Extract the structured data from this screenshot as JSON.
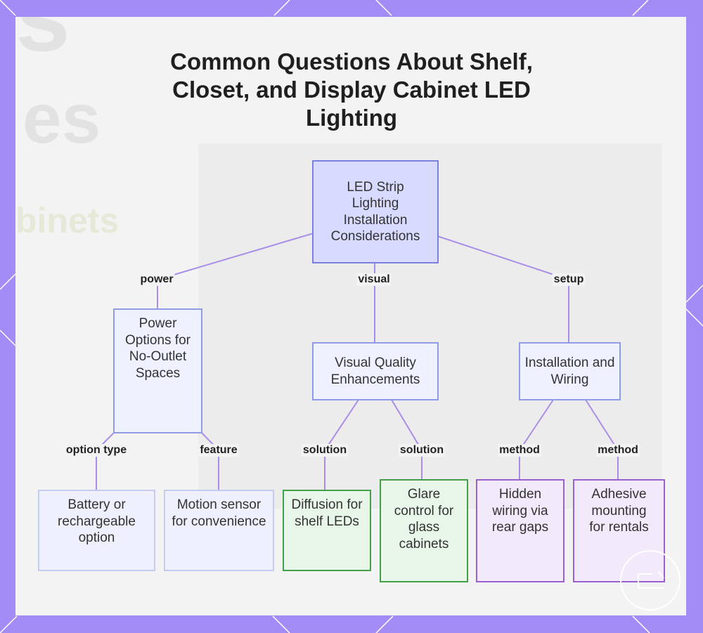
{
  "title": "Common Questions About Shelf, Closet, and Display Cabinet LED Lighting",
  "nodes": {
    "root": "LED Strip Lighting Installation Considerations",
    "power": "Power Options for No-Outlet Spaces",
    "visual": "Visual Quality Enhancements",
    "setup": "Installation and Wiring",
    "battery": "Battery or rechargeable option",
    "motion": "Motion sensor for convenience",
    "diffusion": "Diffusion for shelf LEDs",
    "glare": "Glare control for glass cabinets",
    "hidden": "Hidden wiring via rear gaps",
    "adhesive": "Adhesive mounting for rentals"
  },
  "edge_labels": {
    "power": "power",
    "visual": "visual",
    "setup": "setup",
    "option_type": "option type",
    "feature": "feature",
    "solution_1": "solution",
    "solution_2": "solution",
    "method_1": "method",
    "method_2": "method"
  },
  "colors": {
    "frame": "#a38cf5",
    "edge": "#a98ee8",
    "root_fill": "#d8dbff",
    "green_border": "#43a047",
    "purple_border": "#9c5fd0"
  }
}
